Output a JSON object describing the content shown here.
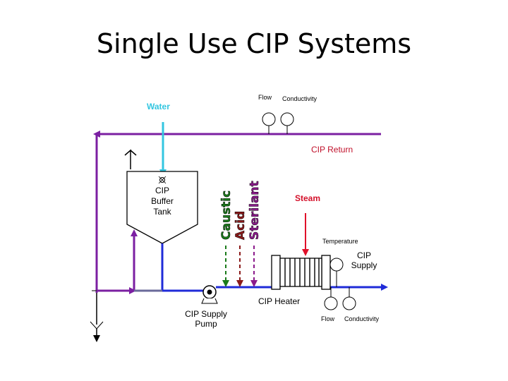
{
  "slide": {
    "title": "Single Use CIP Systems"
  },
  "labels": {
    "water": "Water",
    "flow_top": "Flow",
    "conductivity_top": "Conductivity",
    "cip_return": "CIP Return",
    "buffer_tank": "CIP\nBuffer\nTank",
    "caustic": "Caustic",
    "acid": "Acid",
    "sterilant": "Sterilant",
    "steam": "Steam",
    "temperature": "Temperature",
    "cip_supply": "CIP\nSupply",
    "cip_heater": "CIP Heater",
    "supply_pump": "CIP Supply\nPump",
    "flow_bottom": "Flow",
    "conductivity_bottom": "Conductivity"
  },
  "colors": {
    "water_line": "#33c6e0",
    "return_line": "#7b1fa2",
    "supply_line": "#1f2bd8",
    "drain_line": "#6a6a9a",
    "steam_line": "#e0102a",
    "steam_label": "#d4102a",
    "cip_return_label": "#c0102a",
    "caustic": "#1a7a1a",
    "acid": "#8b1a1a",
    "sterilant": "#8b1a8b"
  }
}
